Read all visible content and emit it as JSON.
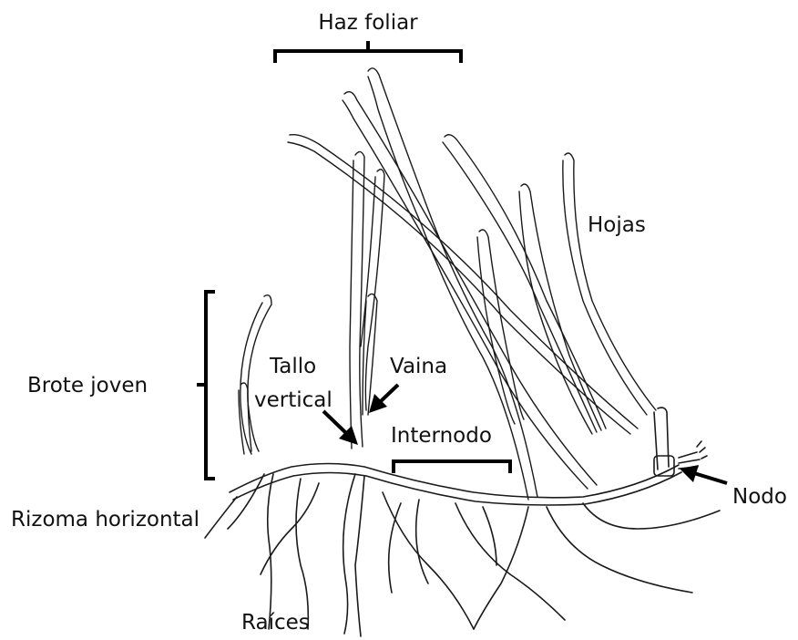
{
  "labels": {
    "haz_foliar": "Haz foliar",
    "hojas": "Hojas",
    "brote_joven": "Brote joven",
    "tallo_vertical_1": "Tallo",
    "tallo_vertical_2": "vertical",
    "vaina": "Vaina",
    "internodo": "Internodo",
    "nodo": "Nodo",
    "rizoma_horizontal": "Rizoma horizontal",
    "raices": "Raíces"
  }
}
